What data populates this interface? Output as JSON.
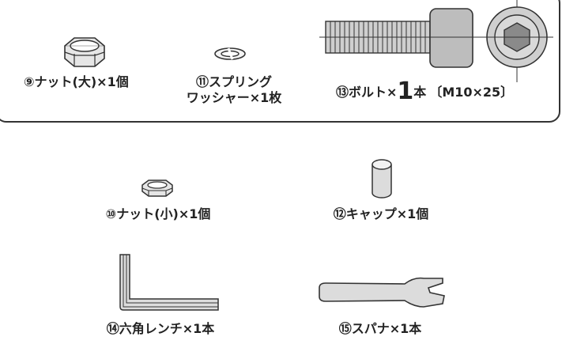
{
  "parts": {
    "nut_large": {
      "label": "⑨ナット(大)×1個"
    },
    "spring_washer": {
      "line1": "⑪スプリング",
      "line2": "ワッシャー×1枚"
    },
    "bolt": {
      "prefix": "⑬ボルト×",
      "qty": "1",
      "unit": "本",
      "spec": "〔M10×25〕"
    },
    "nut_small": {
      "label": "⑩ナット(小)×1個"
    },
    "cap": {
      "label": "⑫キャップ×1個"
    },
    "hex_wrench": {
      "label": "⑭六角レンチ×1本"
    },
    "spanner": {
      "label": "⑮スパナ×1本"
    }
  }
}
